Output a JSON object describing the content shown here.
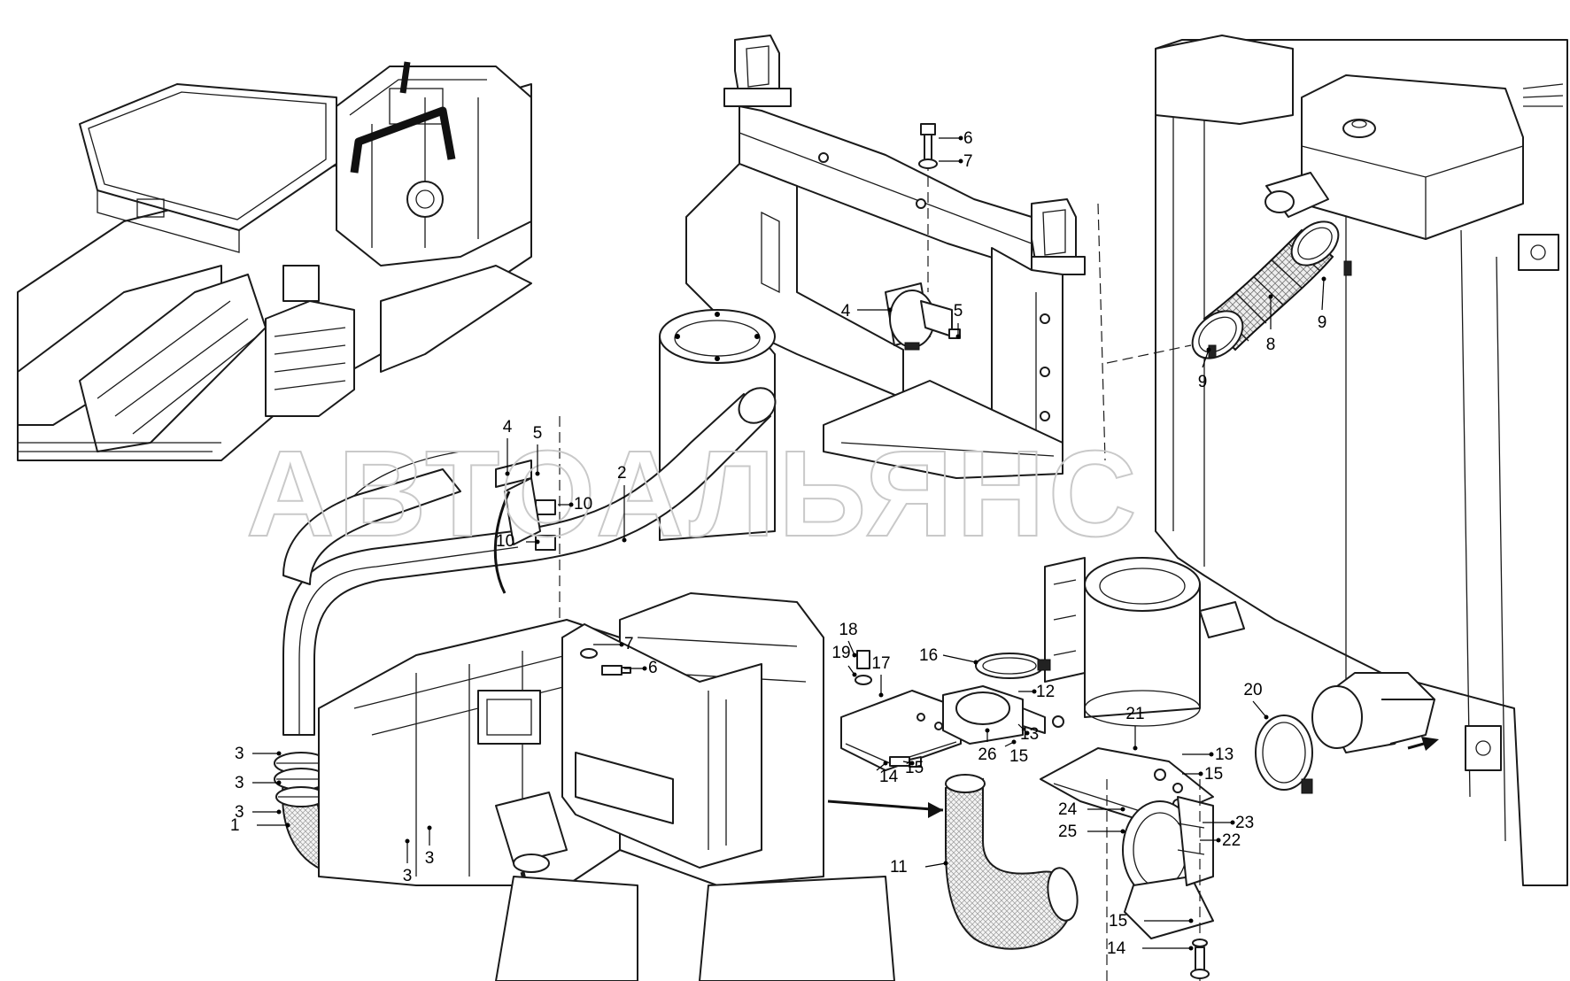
{
  "watermark": "АВТОАЛЬЯНС",
  "callouts": [
    {
      "id": "c1",
      "text": "1"
    },
    {
      "id": "c2",
      "text": "2"
    },
    {
      "id": "c3a",
      "text": "3"
    },
    {
      "id": "c3b",
      "text": "3"
    },
    {
      "id": "c3c",
      "text": "3"
    },
    {
      "id": "c3d",
      "text": "3"
    },
    {
      "id": "c3e",
      "text": "3"
    },
    {
      "id": "c4a",
      "text": "4"
    },
    {
      "id": "c4b",
      "text": "4"
    },
    {
      "id": "c5a",
      "text": "5"
    },
    {
      "id": "c5b",
      "text": "5"
    },
    {
      "id": "c6a",
      "text": "6"
    },
    {
      "id": "c6b",
      "text": "6"
    },
    {
      "id": "c7a",
      "text": "7"
    },
    {
      "id": "c7b",
      "text": "7"
    },
    {
      "id": "c8",
      "text": "8"
    },
    {
      "id": "c9a",
      "text": "9"
    },
    {
      "id": "c9b",
      "text": "9"
    },
    {
      "id": "c10a",
      "text": "10"
    },
    {
      "id": "c10b",
      "text": "10"
    },
    {
      "id": "c11",
      "text": "11"
    },
    {
      "id": "c12",
      "text": "12"
    },
    {
      "id": "c13a",
      "text": "13"
    },
    {
      "id": "c13b",
      "text": "13"
    },
    {
      "id": "c14a",
      "text": "14"
    },
    {
      "id": "c14b",
      "text": "14"
    },
    {
      "id": "c15a",
      "text": "15"
    },
    {
      "id": "c15b",
      "text": "15"
    },
    {
      "id": "c15c",
      "text": "15"
    },
    {
      "id": "c15d",
      "text": "15"
    },
    {
      "id": "c16",
      "text": "16"
    },
    {
      "id": "c17",
      "text": "17"
    },
    {
      "id": "c18",
      "text": "18"
    },
    {
      "id": "c19",
      "text": "19"
    },
    {
      "id": "c20",
      "text": "20"
    },
    {
      "id": "c21",
      "text": "21"
    },
    {
      "id": "c22",
      "text": "22"
    },
    {
      "id": "c23",
      "text": "23"
    },
    {
      "id": "c24",
      "text": "24"
    },
    {
      "id": "c25",
      "text": "25"
    },
    {
      "id": "c26",
      "text": "26"
    }
  ]
}
